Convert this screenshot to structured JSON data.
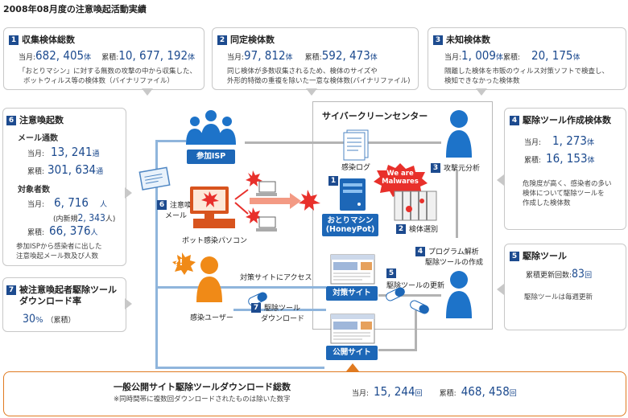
{
  "header": "2008年08月度の注意喚起活動実績",
  "boxes": {
    "b1": {
      "num": "1",
      "title": "収集検体総数",
      "monthly_label": "当月:",
      "monthly_value": "682, 405",
      "monthly_unit": "体",
      "cumulative_label": "累積:",
      "cumulative_value": "10, 677, 192",
      "cumulative_unit": "体",
      "note_line1": "「おとりマシン」に対する無数の攻撃の中から収集した、",
      "note_line2": "ボットウィルス等の検体数（バイナリファイル）"
    },
    "b2": {
      "num": "2",
      "title": "同定検体数",
      "monthly_label": "当月:",
      "monthly_value": "97, 812",
      "monthly_unit": "体",
      "cumulative_label": "累積:",
      "cumulative_value": "592, 473",
      "cumulative_unit": "体",
      "note_line1": "同じ検体が多数収集されるため、検体のサイズや",
      "note_line2": "外形的特徴の重複を除いた一意な検体数(バイナリファイル)"
    },
    "b3": {
      "num": "3",
      "title": "未知検体数",
      "monthly_label": "当月:",
      "monthly_value": "1, 009",
      "monthly_unit": "体",
      "cumulative_label": "累積:",
      "cumulative_value": "20, 175",
      "cumulative_unit": "体",
      "note_line1": "隔離した検体を市販のウィルス対策ソフトで検査し、",
      "note_line2": "検知できなかった検体数"
    },
    "b4": {
      "num": "4",
      "title": "駆除ツール作成検体数",
      "monthly_label": "当月:",
      "monthly_value": "1, 273",
      "monthly_unit": "体",
      "cumulative_label": "累積:",
      "cumulative_value": "16, 153",
      "cumulative_unit": "体",
      "note_line1": "危険度が高く、感染者の多い",
      "note_line2": "検体について駆除ツールを",
      "note_line3": "作成した検体数"
    },
    "b5": {
      "num": "5",
      "title": "駆除ツール",
      "update_label": "累積更新回数:",
      "update_value": "83",
      "update_unit": "回",
      "note": "駆除ツールは毎週更新"
    },
    "b6": {
      "num": "6",
      "title": "注意喚起数",
      "mail_heading": "メール通数",
      "mail_monthly_label": "当月:",
      "mail_monthly_value": "13, 241",
      "mail_monthly_unit": "通",
      "mail_cumulative_label": "累積:",
      "mail_cumulative_value": "301, 634",
      "mail_cumulative_unit": "通",
      "target_heading": "対象者数",
      "target_monthly_label": "当月:",
      "target_monthly_value": "6, 716",
      "target_monthly_unit": "人",
      "target_new_label": "(内新規",
      "target_new_value": "2, 343",
      "target_new_unit": "人)",
      "target_cumulative_label": "累積:",
      "target_cumulative_value": "66, 376",
      "target_cumulative_unit": "人",
      "note_line1": "参加ISPから感染者に出した",
      "note_line2": "注意喚起メール数及び人数"
    },
    "b7": {
      "num": "7",
      "title_line1": "被注意喚起者駆除ツール",
      "title_line2": "ダウンロード率",
      "value": "30",
      "unit": "%",
      "suffix": "（累積）"
    },
    "bottom": {
      "title": "一般公開サイト駆除ツールダウンロード総数",
      "note": "※同時間帯に複数回ダウンロードされたものは除いた数字",
      "monthly_label": "当月:",
      "monthly_value": "15, 244",
      "monthly_unit": "回",
      "cumulative_label": "累積:",
      "cumulative_value": "468, 458",
      "cumulative_unit": "回"
    }
  },
  "diagram": {
    "center_title": "サイバークリーンセンター",
    "isp_label": "参加ISP",
    "bot_pc_label": "ボット感染パソコン",
    "log_label": "感染ログ",
    "honeypot_line1": "おとりマシン",
    "honeypot_line2": "(HoneyPot)",
    "malware_bubble_line1": "We are",
    "malware_bubble_line2": "Malwares",
    "step1_num": "1",
    "step2_num": "2",
    "step2_label": "検体選別",
    "step3_num": "3",
    "step3_label": "攻撃元分析",
    "step4_num": "4",
    "step4_label_line1": "プログラム解析",
    "step4_label_line2": "駆除ツールの作成",
    "step5_num": "5",
    "step5_label": "駆除ツールの更新",
    "step6_num": "6",
    "step6_label_line1": "注意喚起",
    "step6_label_line2": "メール",
    "step7_num": "7",
    "step7_label_line1": "駆除ツール",
    "step7_label_line2": "ダウンロード",
    "access_label": "対策サイトにアクセス",
    "infected_user_label": "感染ユーザー",
    "countermeasure_site_label": "対策サイト",
    "public_site_label": "公開サイト",
    "question_mark": "?!"
  },
  "colors": {
    "accent": "#1d4b8f",
    "person_blue": "#1d73c9",
    "person_orange": "#f08a17",
    "site_blue": "#1d67b7",
    "malware_red": "#e8302b",
    "bottom_border": "#e07a20"
  },
  "icons": [
    "person-icon",
    "pc-icon",
    "document-icon",
    "envelope-icon",
    "pill-icon",
    "burst-icon",
    "server-icon",
    "cage-icon"
  ]
}
